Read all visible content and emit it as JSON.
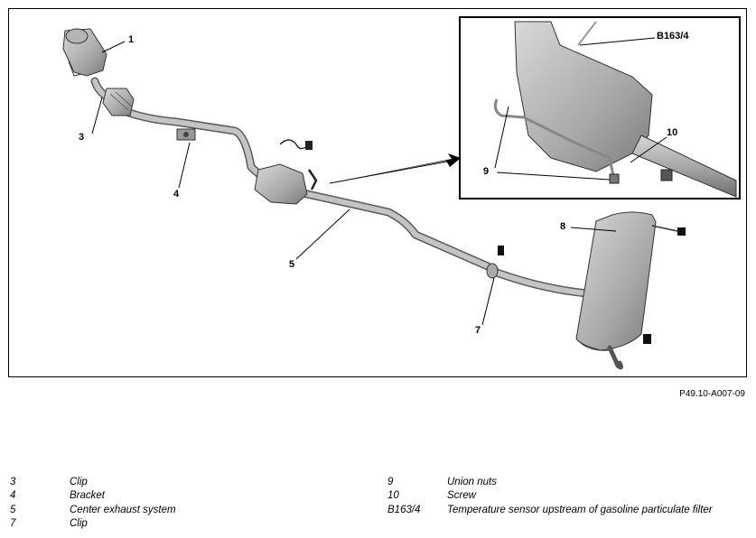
{
  "diagram": {
    "callouts": {
      "c1": "1",
      "c3": "3",
      "c4": "4",
      "c5": "5",
      "c7": "7",
      "c8": "8",
      "c9": "9",
      "c10": "10",
      "cB": "B163/4"
    },
    "figure_id": "P49.10-A007-09"
  },
  "legend": {
    "left": [
      {
        "num": "3",
        "text": "Clip"
      },
      {
        "num": "4",
        "text": "Bracket"
      },
      {
        "num": "5",
        "text": "Center exhaust system"
      },
      {
        "num": "7",
        "text": "Clip"
      }
    ],
    "right": [
      {
        "num": "9",
        "text": "Union nuts"
      },
      {
        "num": "10",
        "text": "Screw"
      },
      {
        "num": "B163/4",
        "text": "Temperature sensor upstream of gasoline particulate filter"
      }
    ]
  }
}
